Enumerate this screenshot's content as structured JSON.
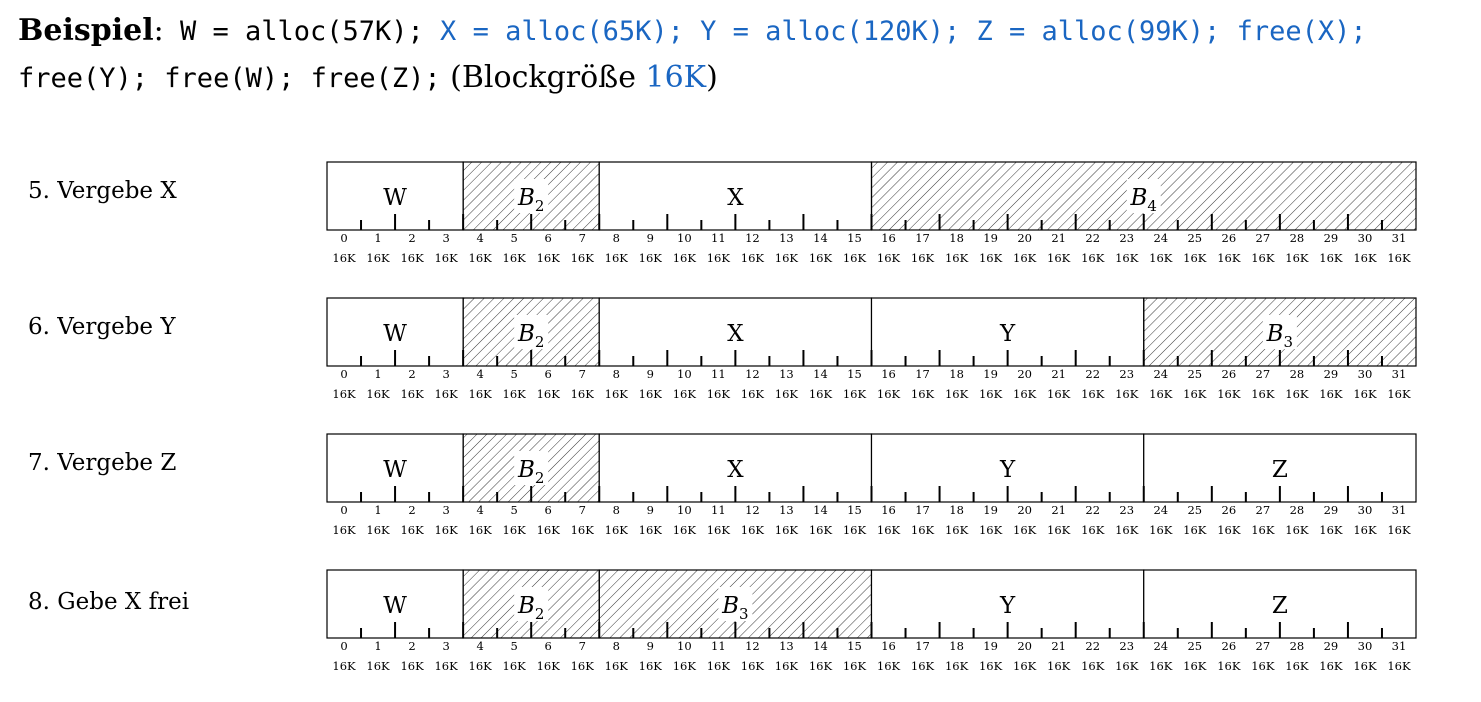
{
  "header": {
    "title": "Beispiel",
    "colon": ":",
    "cmds_black1": " W = alloc(57K);",
    "cmds_blue": " X = alloc(65K); Y = alloc(120K); Z = alloc(99K); free(X);",
    "cmds_black2": "free(Y); free(W); free(Z);",
    "blocksize_prefix": " (Blockgröße ",
    "blocksize_value": "16K",
    "blocksize_suffix": ")"
  },
  "unit_label": "16K",
  "block_count": 32,
  "rows": [
    {
      "label": "5. Vergebe X",
      "segments": [
        {
          "start": 0,
          "end": 4,
          "label": "W",
          "free": false
        },
        {
          "start": 4,
          "end": 8,
          "label": "B",
          "sub": "2",
          "free": true
        },
        {
          "start": 8,
          "end": 16,
          "label": "X",
          "free": false
        },
        {
          "start": 16,
          "end": 32,
          "label": "B",
          "sub": "4",
          "free": true
        }
      ]
    },
    {
      "label": "6. Vergebe Y",
      "segments": [
        {
          "start": 0,
          "end": 4,
          "label": "W",
          "free": false
        },
        {
          "start": 4,
          "end": 8,
          "label": "B",
          "sub": "2",
          "free": true
        },
        {
          "start": 8,
          "end": 16,
          "label": "X",
          "free": false
        },
        {
          "start": 16,
          "end": 24,
          "label": "Y",
          "free": false
        },
        {
          "start": 24,
          "end": 32,
          "label": "B",
          "sub": "3",
          "free": true
        }
      ]
    },
    {
      "label": "7. Vergebe Z",
      "segments": [
        {
          "start": 0,
          "end": 4,
          "label": "W",
          "free": false
        },
        {
          "start": 4,
          "end": 8,
          "label": "B",
          "sub": "2",
          "free": true
        },
        {
          "start": 8,
          "end": 16,
          "label": "X",
          "free": false
        },
        {
          "start": 16,
          "end": 24,
          "label": "Y",
          "free": false
        },
        {
          "start": 24,
          "end": 32,
          "label": "Z",
          "free": false
        }
      ]
    },
    {
      "label": "8. Gebe X frei",
      "segments": [
        {
          "start": 0,
          "end": 4,
          "label": "W",
          "free": false
        },
        {
          "start": 4,
          "end": 8,
          "label": "B",
          "sub": "2",
          "free": true
        },
        {
          "start": 8,
          "end": 16,
          "label": "B",
          "sub": "3",
          "free": true
        },
        {
          "start": 16,
          "end": 24,
          "label": "Y",
          "free": false
        },
        {
          "start": 24,
          "end": 32,
          "label": "Z",
          "free": false
        }
      ]
    }
  ]
}
